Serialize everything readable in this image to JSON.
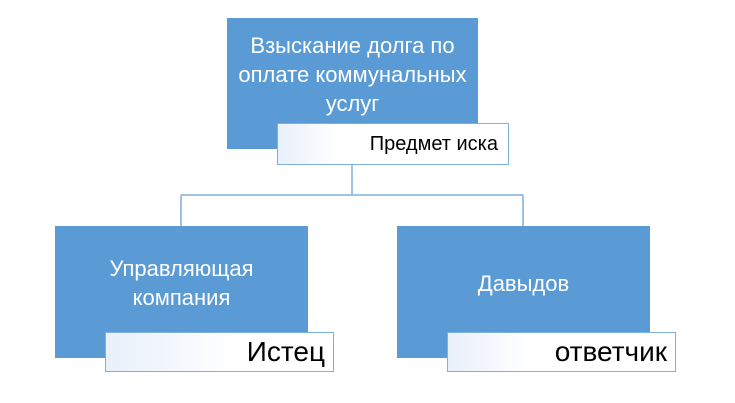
{
  "nodes": {
    "root": {
      "title": "Взыскание долга по оплате коммунальных услуг",
      "role": "Предмет иска"
    },
    "left": {
      "title": "Управляющая компания",
      "role": "Истец"
    },
    "right": {
      "title": "Давыдов",
      "role": "ответчик"
    }
  },
  "colors": {
    "box": "#5b9bd5",
    "line": "#7fb0dc"
  }
}
